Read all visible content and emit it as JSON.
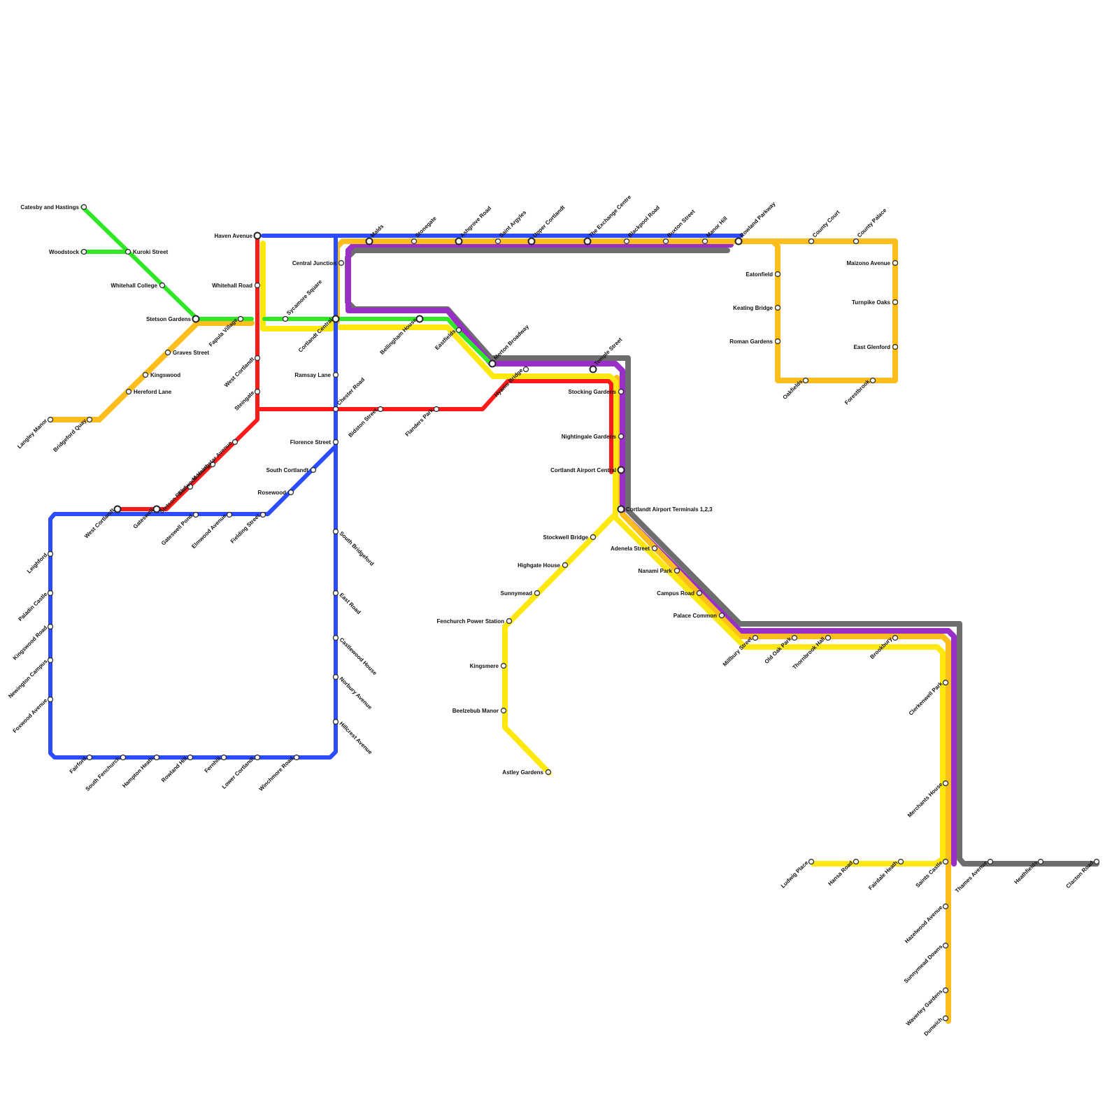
{
  "map": {
    "title": "",
    "colors": {
      "blue": "#2b4cff",
      "red": "#ff1a1a",
      "green": "#2fe825",
      "yellow": "#ffe80f",
      "amber": "#fbbe1c",
      "purple": "#9a2fc8",
      "grey": "#6e6e6e"
    },
    "lines": [
      {
        "id": "green",
        "color": "#2fe825"
      },
      {
        "id": "amber",
        "color": "#fbbe1c"
      },
      {
        "id": "red",
        "color": "#ff1a1a"
      },
      {
        "id": "blue",
        "color": "#2b4cff"
      },
      {
        "id": "yellow",
        "color": "#ffe80f"
      },
      {
        "id": "purple",
        "color": "#9a2fc8"
      },
      {
        "id": "grey",
        "color": "#6e6e6e"
      }
    ],
    "stations": [
      {
        "name": "Catesby and Hastings"
      },
      {
        "name": "Woodstock"
      },
      {
        "name": "Kuroki Street"
      },
      {
        "name": "Whitehall College"
      },
      {
        "name": "Stetson Gardens"
      },
      {
        "name": "Fapula Village"
      },
      {
        "name": "Graves Street"
      },
      {
        "name": "Kingswood"
      },
      {
        "name": "Hereford Lane"
      },
      {
        "name": "Langley Manor"
      },
      {
        "name": "Bridgeford Quay"
      },
      {
        "name": "Haven Avenue"
      },
      {
        "name": "Whitehall Road"
      },
      {
        "name": "West Cortlandt"
      },
      {
        "name": "Steingate"
      },
      {
        "name": "Morningstar Avenue"
      },
      {
        "name": "Elmwood Heath"
      },
      {
        "name": "Stetson Road"
      },
      {
        "name": "Gateswell"
      },
      {
        "name": "West Cortlandt"
      },
      {
        "name": "Sycamore Square"
      },
      {
        "name": "Cortlandt Central"
      },
      {
        "name": "Central Junction"
      },
      {
        "name": "Ramsay Lane"
      },
      {
        "name": "Chester Road"
      },
      {
        "name": "Florence Street"
      },
      {
        "name": "South Cortlandt"
      },
      {
        "name": "Rosewood"
      },
      {
        "name": "Gateswell Pond"
      },
      {
        "name": "Elmwood Avenue"
      },
      {
        "name": "Fielding Street"
      },
      {
        "name": "Leighford"
      },
      {
        "name": "Paladin Castle"
      },
      {
        "name": "Kingswood Road"
      },
      {
        "name": "Newington Campus"
      },
      {
        "name": "Foxwood Avenue"
      },
      {
        "name": "Fairford"
      },
      {
        "name": "South Fenchurch"
      },
      {
        "name": "Hampton Heath"
      },
      {
        "name": "Rowland Hill"
      },
      {
        "name": "Fernhill"
      },
      {
        "name": "Lower Cortlandt"
      },
      {
        "name": "Winchmore Road"
      },
      {
        "name": "South Bridgeford"
      },
      {
        "name": "East Road"
      },
      {
        "name": "Castlewood House"
      },
      {
        "name": "Norbury Avenue"
      },
      {
        "name": "Hillcrest Avenue"
      },
      {
        "name": "Bidston Street"
      },
      {
        "name": "Flanders Park"
      },
      {
        "name": "Malds"
      },
      {
        "name": "Stonegate"
      },
      {
        "name": "Ashgrove Road"
      },
      {
        "name": "Saint Argyles"
      },
      {
        "name": "Upper Cortlandt"
      },
      {
        "name": "The Exchange Centre"
      },
      {
        "name": "Blackpool Road"
      },
      {
        "name": "Buxton Street"
      },
      {
        "name": "Manor Hill"
      },
      {
        "name": "Rowland Parkway"
      },
      {
        "name": "County Court"
      },
      {
        "name": "County Palace"
      },
      {
        "name": "Eatonfield"
      },
      {
        "name": "Keating Bridge"
      },
      {
        "name": "Roman Gardens"
      },
      {
        "name": "Oakfields"
      },
      {
        "name": "Forestbrook"
      },
      {
        "name": "Maizono Avenue"
      },
      {
        "name": "Turnpike Oaks"
      },
      {
        "name": "East Glenford"
      },
      {
        "name": "Bellingham House"
      },
      {
        "name": "Eastfields"
      },
      {
        "name": "Merton Broadway"
      },
      {
        "name": "Hyams Bridge"
      },
      {
        "name": "Temple Street"
      },
      {
        "name": "Stocking Gardens"
      },
      {
        "name": "Nightingale Gardens"
      },
      {
        "name": "Cortlandt Airport Central"
      },
      {
        "name": "Cortlandt Airport Terminals 1,2,3"
      },
      {
        "name": "Stockwell Bridge"
      },
      {
        "name": "Highgate House"
      },
      {
        "name": "Sunnymead"
      },
      {
        "name": "Fenchurch Power Station"
      },
      {
        "name": "Kingsmere"
      },
      {
        "name": "Beelzebub Manor"
      },
      {
        "name": "Astley Gardens"
      },
      {
        "name": "Adenela Street"
      },
      {
        "name": "Nanami Park"
      },
      {
        "name": "Campus Road"
      },
      {
        "name": "Palace Common"
      },
      {
        "name": "Millbury Street"
      },
      {
        "name": "Old Oak Park"
      },
      {
        "name": "Thornbrook Hall"
      },
      {
        "name": "Brookbury"
      },
      {
        "name": "Clerkenwell Park"
      },
      {
        "name": "Merchants House"
      },
      {
        "name": "Saints Castle"
      },
      {
        "name": "Ludwig Place"
      },
      {
        "name": "Hansa Road"
      },
      {
        "name": "Fairdale Heath"
      },
      {
        "name": "Thames Avenue"
      },
      {
        "name": "Heathfields"
      },
      {
        "name": "Clacton Road"
      },
      {
        "name": "Hazelwood Avenue"
      },
      {
        "name": "Sunnymead Downs"
      },
      {
        "name": "Waverley Gardens"
      },
      {
        "name": "Dunwich"
      }
    ]
  }
}
